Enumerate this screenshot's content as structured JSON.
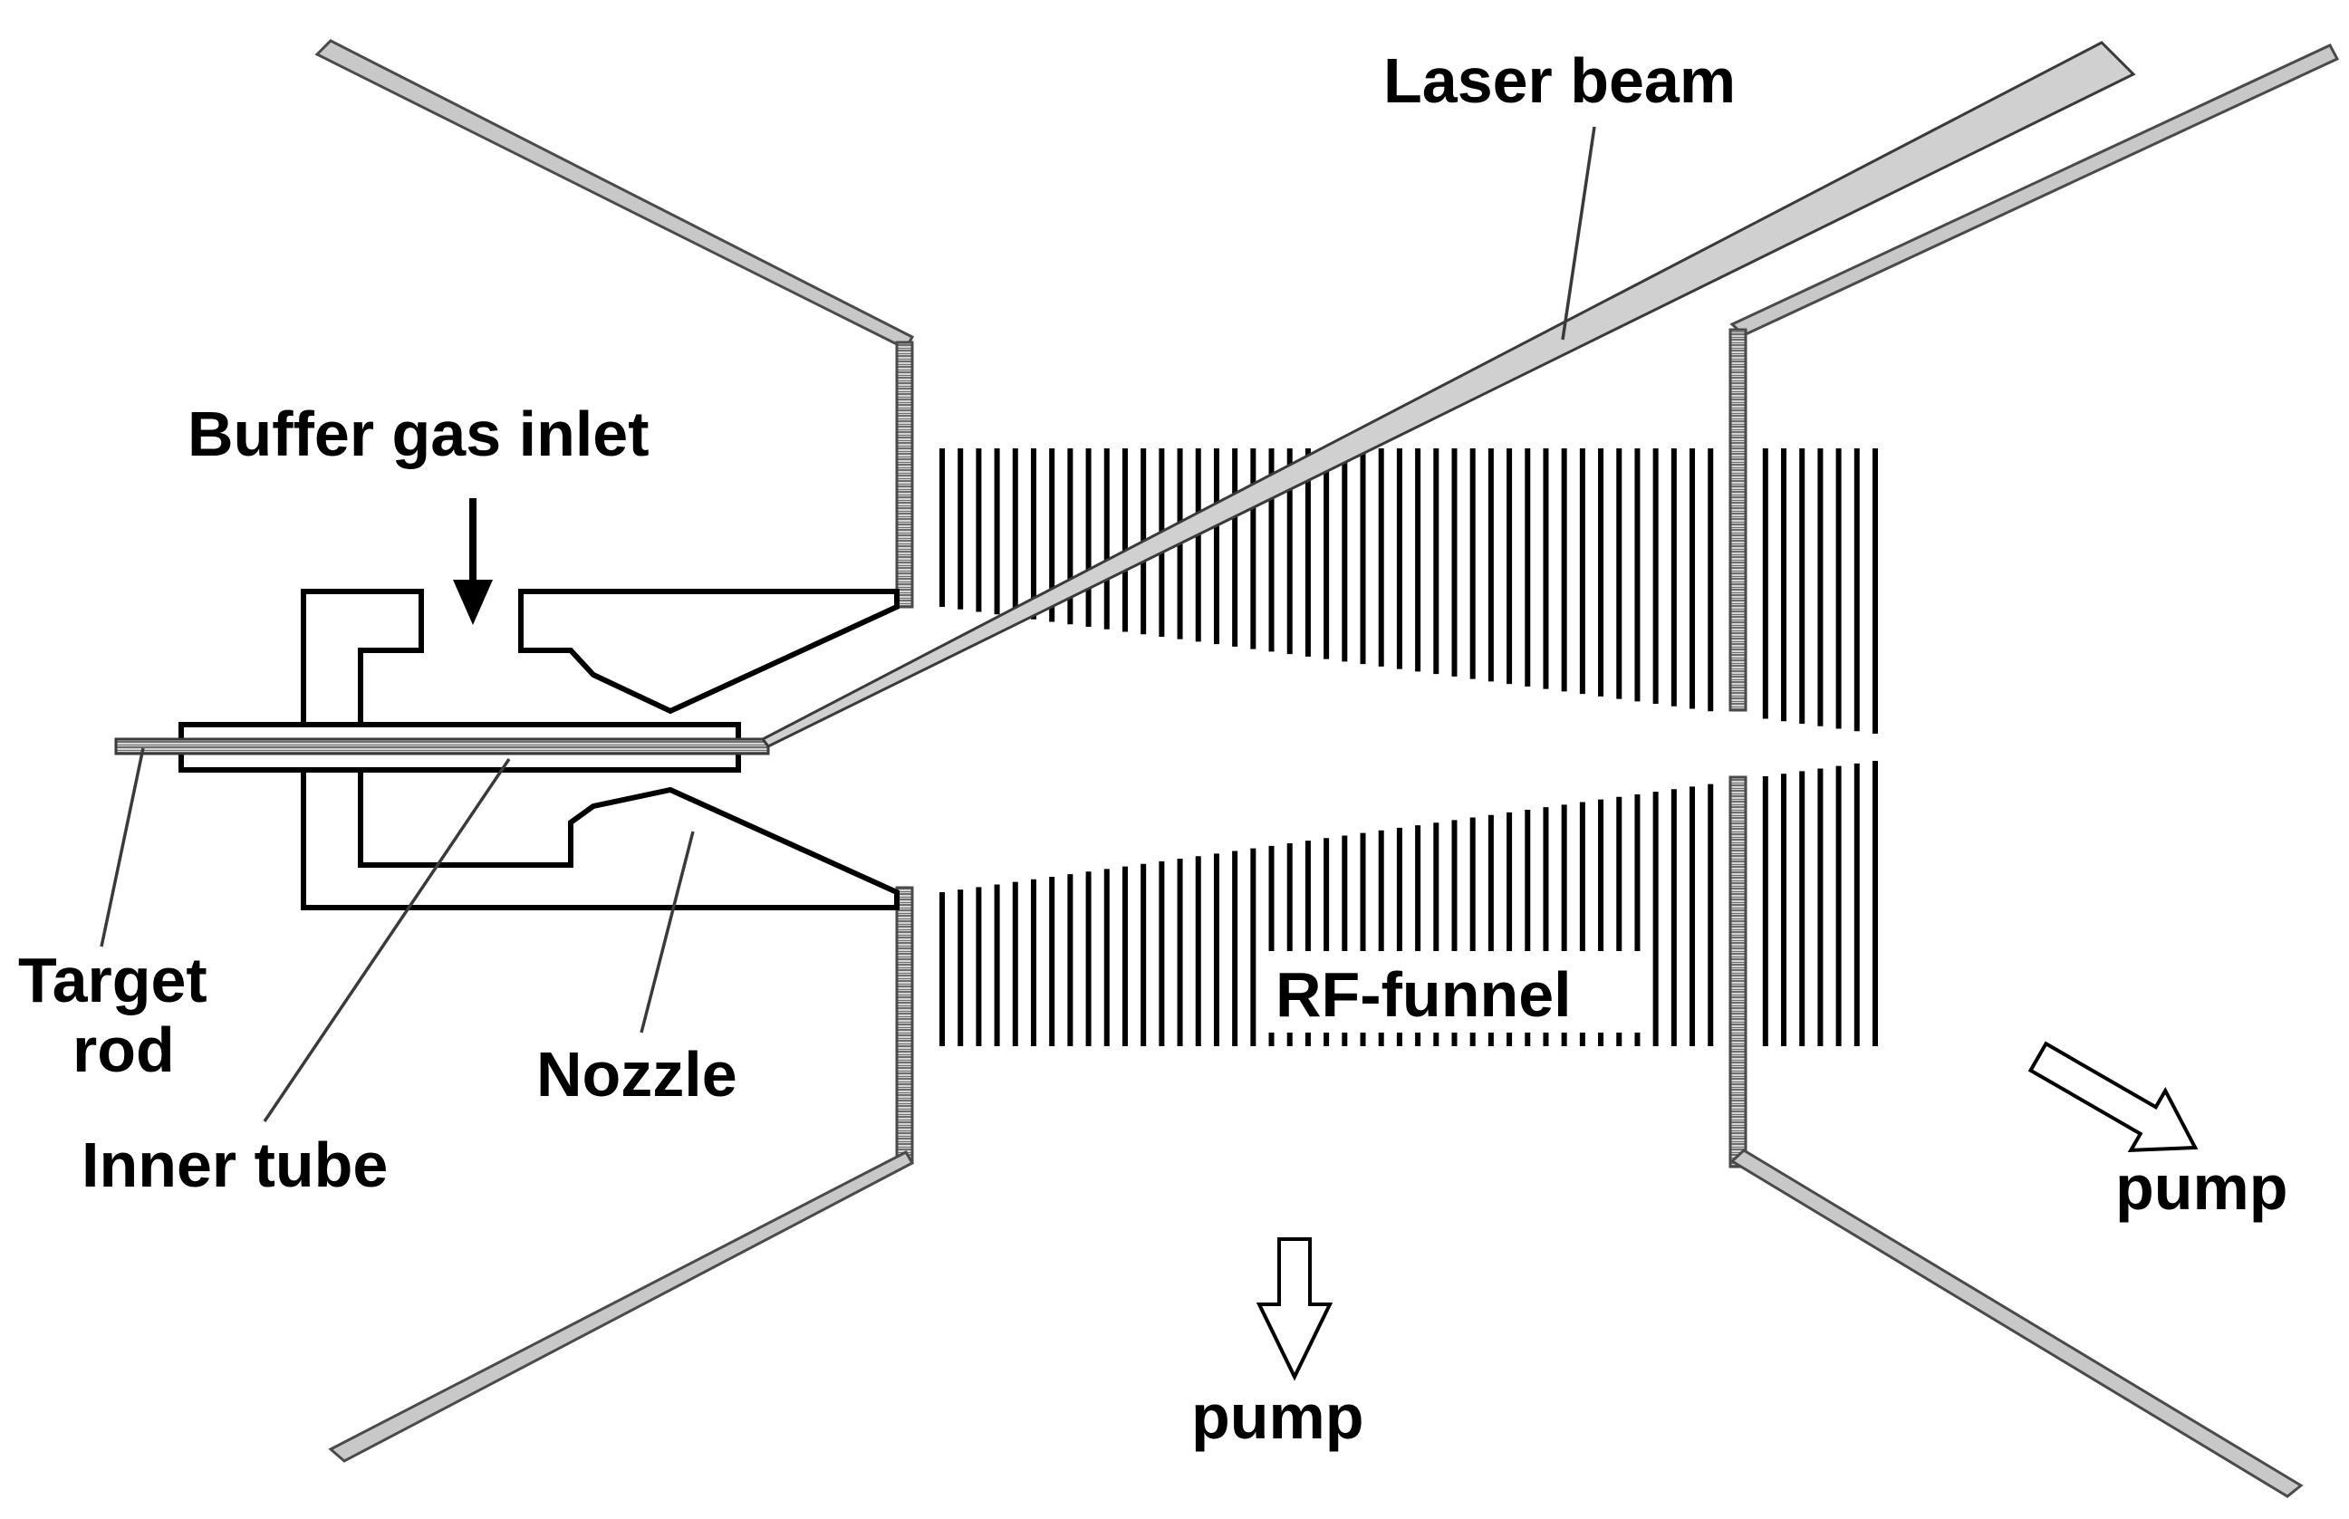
{
  "labels": {
    "laser_beam": "Laser beam",
    "buffer_gas_inlet": "Buffer gas inlet",
    "target_line1": "Target",
    "target_line2": "rod",
    "inner_tube": "Inner tube",
    "nozzle": "Nozzle",
    "rf_funnel": "RF-funnel",
    "pump_bottom": "pump",
    "pump_right": "pump"
  },
  "colors": {
    "wall_fill": "#c8c8c8",
    "wall_stroke": "#4a4a4a",
    "beam_fill": "#d0d0d0",
    "line": "#000000"
  },
  "icons": {
    "gas_flow_arrow": "arrow-down-icon",
    "pump_arrow_bottom": "hollow-arrow-down-icon",
    "pump_arrow_right": "hollow-arrow-down-right-icon"
  }
}
